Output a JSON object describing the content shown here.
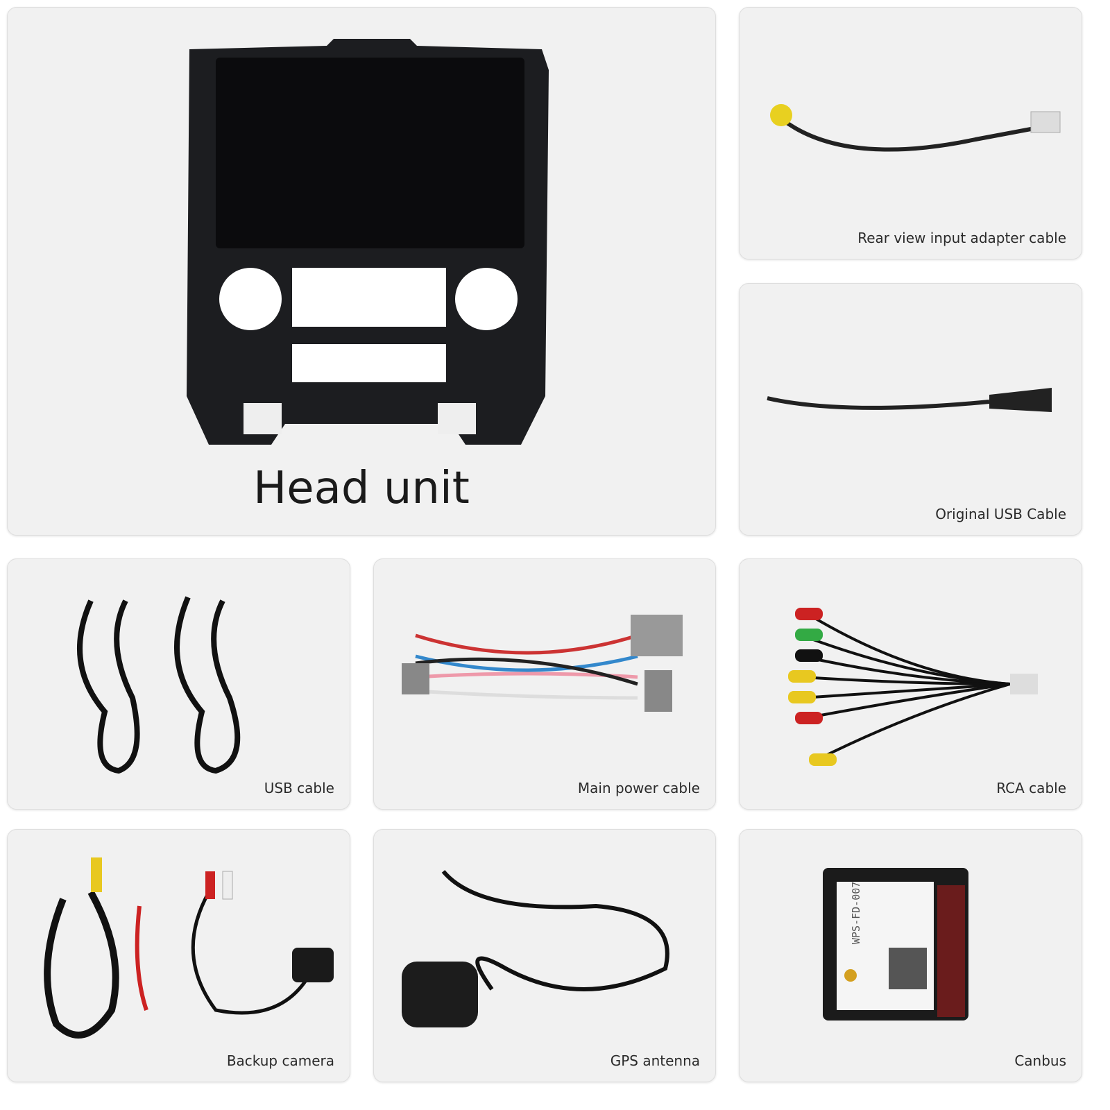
{
  "items": [
    {
      "label": "Head unit",
      "icon": "head-unit-image"
    },
    {
      "label": "Rear view input adapter cable",
      "icon": "rca-adapter-cable-image"
    },
    {
      "label": "Original USB Cable",
      "icon": "usb-cable-image"
    },
    {
      "label": "USB cable",
      "icon": "usb-cables-image"
    },
    {
      "label": "Main power cable",
      "icon": "wire-harness-image"
    },
    {
      "label": "RCA cable",
      "icon": "rca-cable-image"
    },
    {
      "label": "Backup camera",
      "icon": "backup-camera-image"
    },
    {
      "label": "GPS antenna",
      "icon": "gps-antenna-image"
    },
    {
      "label": "Canbus",
      "icon": "canbus-box-image"
    }
  ],
  "canbus_box_label": "WPS-FD-007"
}
